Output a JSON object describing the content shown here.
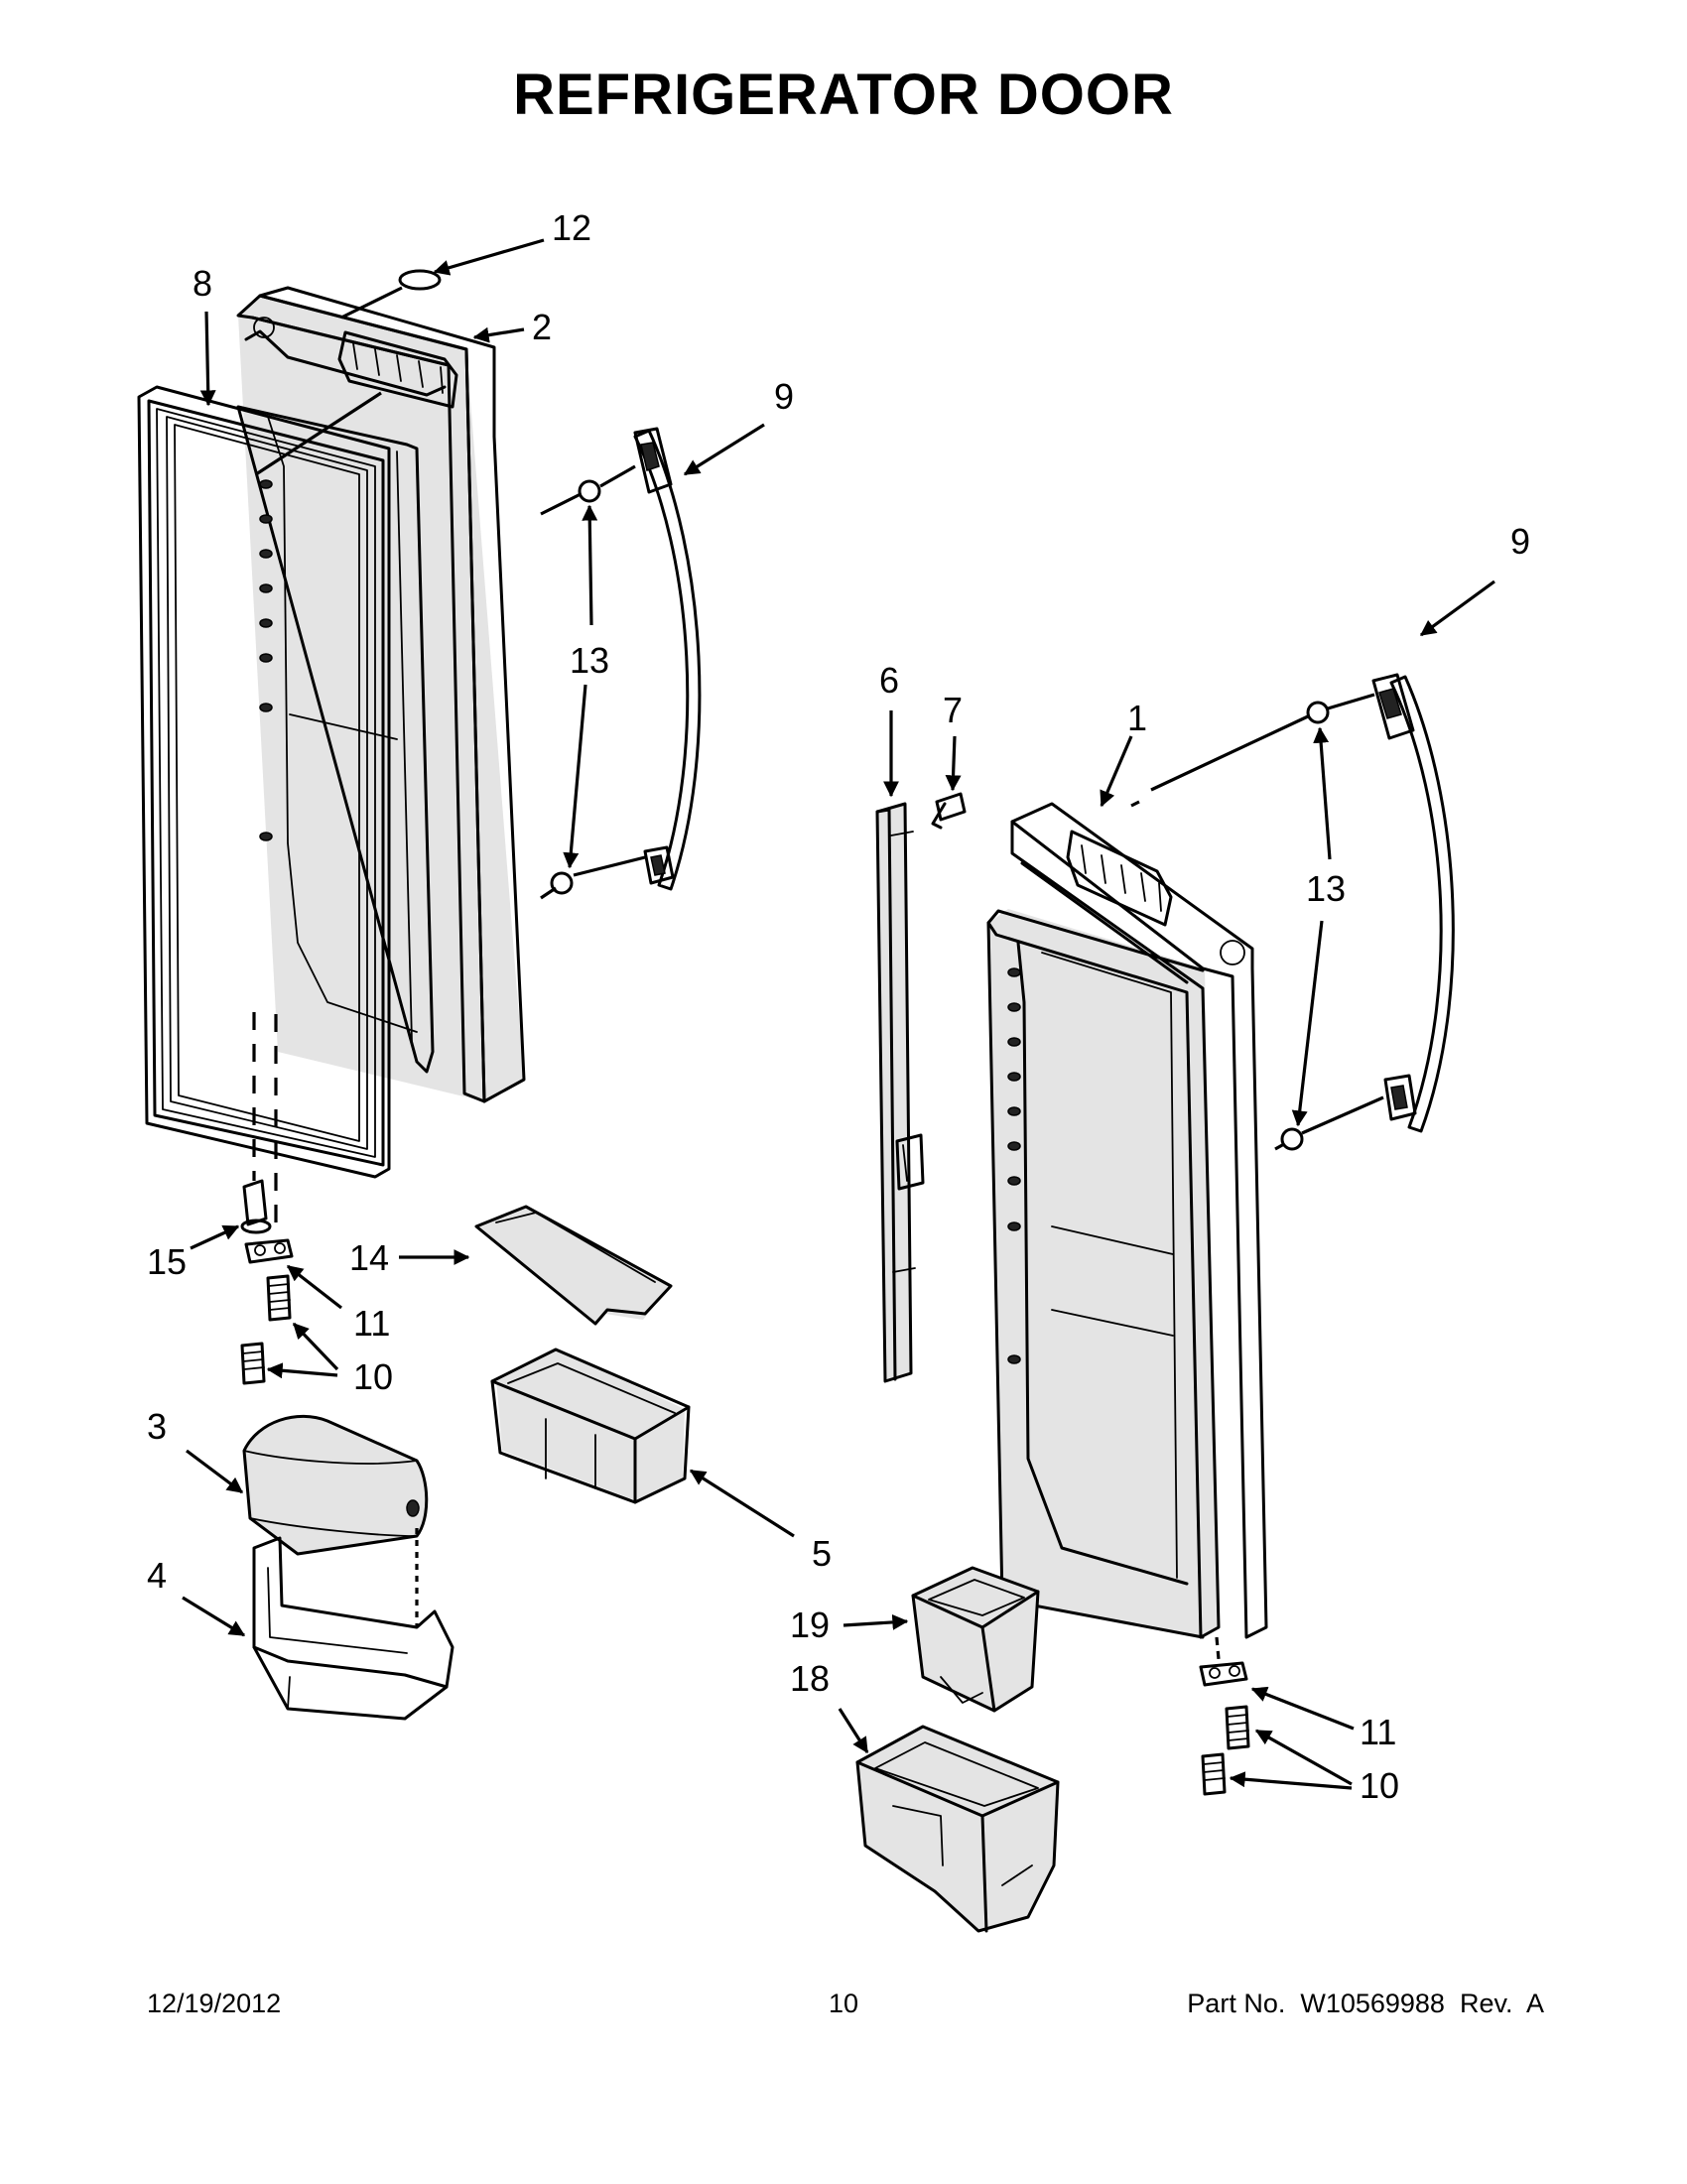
{
  "title": "REFRIGERATOR DOOR",
  "callouts": {
    "c1": "1",
    "c2": "2",
    "c3": "3",
    "c4": "4",
    "c5": "5",
    "c6": "6",
    "c7": "7",
    "c8": "8",
    "c9a": "9",
    "c9b": "9",
    "c10a": "10",
    "c10b": "10",
    "c11a": "11",
    "c11b": "11",
    "c12": "12",
    "c13a": "13",
    "c13b": "13",
    "c14": "14",
    "c15": "15",
    "c18": "18",
    "c19": "19"
  },
  "footer": {
    "date": "12/19/2012",
    "page": "10",
    "part_number": "Part No.  W10569988  Rev.  A"
  }
}
